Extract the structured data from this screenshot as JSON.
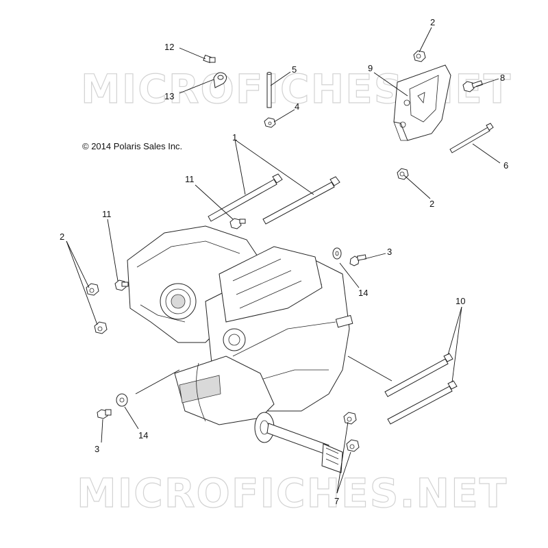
{
  "watermark": {
    "text": "MICROFICHES.NET"
  },
  "copyright": "© 2014 Polaris Sales Inc.",
  "callouts": [
    {
      "id": "c-1",
      "label": "1"
    },
    {
      "id": "c-2a",
      "label": "2"
    },
    {
      "id": "c-2b",
      "label": "2"
    },
    {
      "id": "c-2c",
      "label": "2"
    },
    {
      "id": "c-3a",
      "label": "3"
    },
    {
      "id": "c-3b",
      "label": "3"
    },
    {
      "id": "c-4",
      "label": "4"
    },
    {
      "id": "c-5",
      "label": "5"
    },
    {
      "id": "c-6",
      "label": "6"
    },
    {
      "id": "c-7",
      "label": "7"
    },
    {
      "id": "c-8",
      "label": "8"
    },
    {
      "id": "c-9",
      "label": "9"
    },
    {
      "id": "c-10",
      "label": "10"
    },
    {
      "id": "c-11a",
      "label": "11"
    },
    {
      "id": "c-11b",
      "label": "11"
    },
    {
      "id": "c-12",
      "label": "12"
    },
    {
      "id": "c-13",
      "label": "13"
    },
    {
      "id": "c-14a",
      "label": "14"
    },
    {
      "id": "c-14b",
      "label": "14"
    }
  ]
}
